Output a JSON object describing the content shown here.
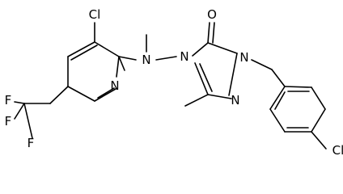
{
  "structure": {
    "atom_labels": {
      "cl_pyridine": "Cl",
      "n_methylamino": "N",
      "n_pyridine": "N",
      "o_carbonyl": "O",
      "n4_triazole": "N",
      "n1_triazole": "N",
      "n2_triazole": "N",
      "f_top": "F",
      "f_left": "F",
      "f_bottom": "F",
      "cl_benzyl": "Cl"
    }
  }
}
